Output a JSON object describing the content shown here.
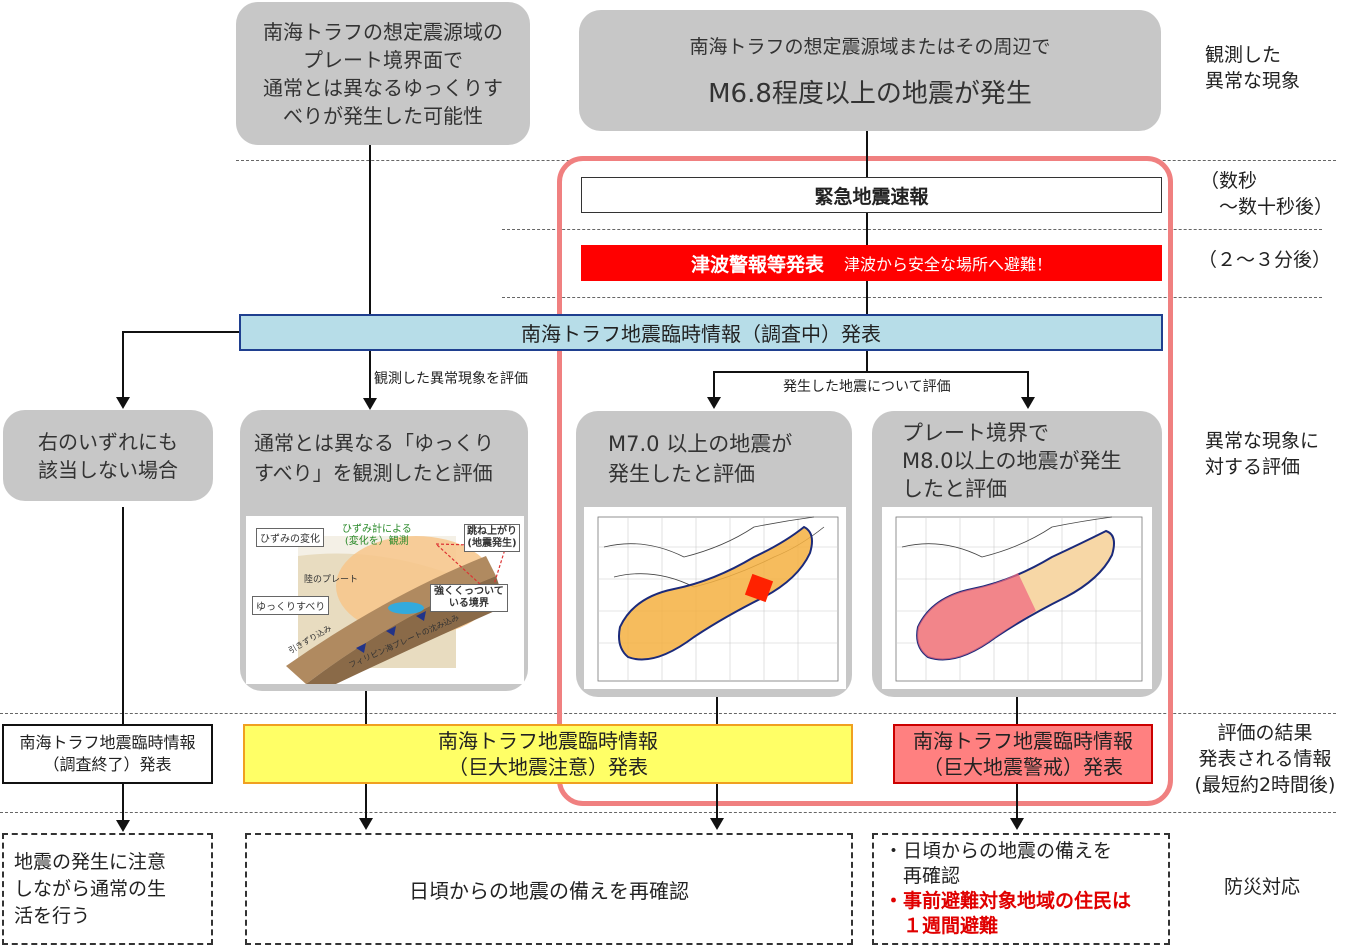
{
  "phenomena": {
    "slow_slip_possibility": "南海トラフの想定震源域の\nプレート境界面で\n通常とは異なるゆっくりす\nべりが発生した可能性",
    "quake_line1": "南海トラフの想定震源域またはその周辺で",
    "quake_line2": "M6.8程度以上の地震が発生"
  },
  "steps": {
    "eew": "緊急地震速報",
    "tsunami_title": "津波警報等発表",
    "tsunami_note": "津波から安全な場所へ避難！",
    "temp_info_investigating": "南海トラフ地震臨時情報（調査中）発表",
    "eval_observed_label": "観測した異常現象を評価",
    "eval_quake_label": "発生した地震について評価"
  },
  "evaluations": {
    "none_applicable": "右のいずれにも\n該当しない場合",
    "slow_slip_observed": "通常とは異なる「ゆっくり\nすべり」を観測したと評価",
    "m7": "M7.0 以上の地震が\n発生したと評価",
    "m8": "プレート境界で\nM8.0以上の地震が発生\nしたと評価"
  },
  "slip_figure": {
    "strain_change": "ひずみの変化",
    "strain_meter": "ひずみ計による\n(変化を）観測",
    "rebound": "跳ね上がり\n(地震発生)",
    "land_plate": "陸のプレート",
    "slow_slip": "ゆっくりすべり",
    "locked_boundary": "強くくっついて\nいる境界",
    "drag": "引きずり込み",
    "ph_plate": "フィリピン海プレートの沈み込み"
  },
  "results": {
    "end_of_investigation": "南海トラフ地震臨時情報\n（調査終了）発表",
    "advisory": "南海トラフ地震臨時情報\n（巨大地震注意）発表",
    "warning": "南海トラフ地震臨時情報\n（巨大地震警戒）発表"
  },
  "responses": {
    "normal_life": "地震の発生に注意\nしながら通常の生\n活を行う",
    "reconfirm": "日頃からの地震の備えを再確認",
    "warning_item1": "・日頃からの地震の備えを\n　再確認",
    "warning_item2": "・事前避難対象地域の住民は\n　１週間避難"
  },
  "side_labels": {
    "observed": "観測した\n異常な現象",
    "seconds": "（数秒\n　～数十秒後）",
    "minutes": "（２～３分後）",
    "evaluation": "異常な現象に\n対する評価",
    "result_info": "評価の結果\n発表される情報\n(最短約2時間後)",
    "disaster_response": "防災対応"
  },
  "colors": {
    "gray_box": "#c7c7c7",
    "pink_frame": "#f08080",
    "tsunami_red": "#ff0000",
    "investigating_bg": "#b7dde8",
    "investigating_border": "#1f3f8f",
    "advisory_yellow": "#ffff66",
    "advisory_border": "#f0a020",
    "warning_pink": "#ff8080",
    "warning_border": "#cc0000",
    "danger_text": "#e00000"
  }
}
